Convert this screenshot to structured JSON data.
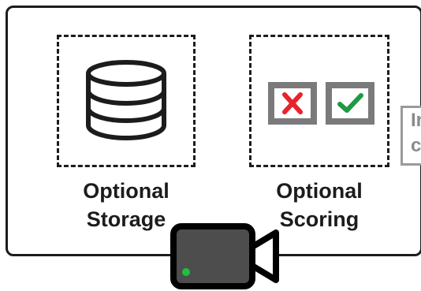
{
  "storage": {
    "label_line1": "Optional",
    "label_line2": "Storage",
    "icon": "database-icon"
  },
  "scoring": {
    "label_line1": "Optional",
    "label_line2": "Scoring",
    "icons": [
      "cross-icon",
      "check-icon"
    ]
  },
  "side_panel": {
    "line1": "In",
    "line2": "c"
  },
  "camera": {
    "icon": "video-camera-icon"
  },
  "colors": {
    "stroke": "#1c1c1c",
    "cross": "#e8232a",
    "check": "#1f9a43",
    "box_fill": "#7a7a7a",
    "camera_body": "#4d4d4d",
    "camera_dot": "#1fbf3f",
    "partial_border": "#9a9a9a"
  }
}
